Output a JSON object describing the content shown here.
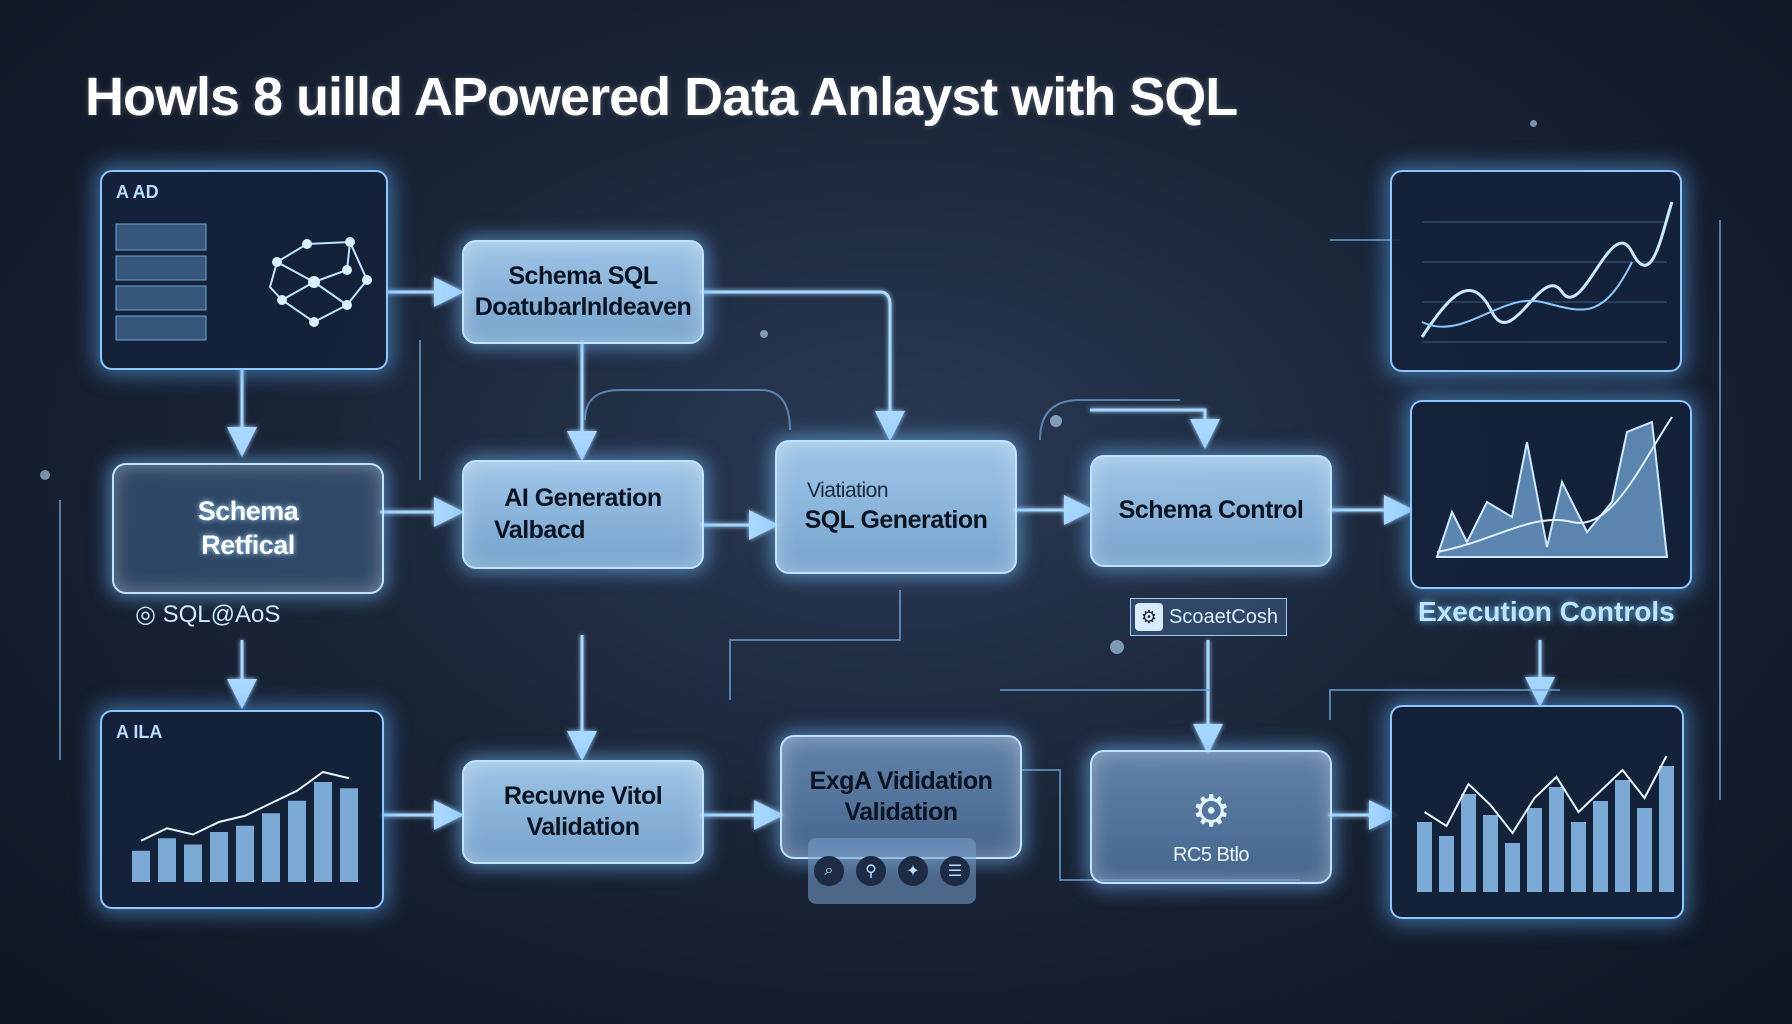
{
  "title": "Howls 8 uilld APowered Data Anlayst with SQL",
  "colors": {
    "background": "#1a2538",
    "box_fill": "#aad2f5",
    "glow": "#78beff",
    "connector": "#a8d8ff"
  },
  "panels": {
    "top_left": {
      "title": "A AD",
      "icon": "network-graph-icon"
    },
    "bottom_left": {
      "title": "A ILA",
      "icon": "bar-chart-icon"
    },
    "top_right": {
      "icon": "line-chart-icon"
    },
    "middle_right": {
      "icon": "area-chart-icon"
    },
    "bottom_right": {
      "icon": "bar-chart-icon"
    }
  },
  "nodes": {
    "schema_sql": {
      "line1": "Schema SQL",
      "line2": "Doatubarlnldeaven"
    },
    "schema_retrieval": {
      "line1": "Schema",
      "line2": "Retfical"
    },
    "sql_aos": "SQL@AoS",
    "ai_generation": {
      "line1": "AI Generation",
      "line2": "Valbacd"
    },
    "sql_generation": {
      "sub": "Viatiation",
      "main": "SQL Generation"
    },
    "schema_control": "Schema Control",
    "scoaetcosh": "ScoaetCosh",
    "execution_controls": "Execution Controls",
    "recuvne_validation": {
      "line1": "Recuvne Vitol",
      "line2": "Validation"
    },
    "exga_validation": {
      "line1": "ExgA Vididation",
      "line2": "Validation"
    },
    "rc5_btlo": "RC5 Btlo"
  },
  "icons": [
    "search-icon",
    "magnifier-icon",
    "pin-icon",
    "chat-icon"
  ]
}
